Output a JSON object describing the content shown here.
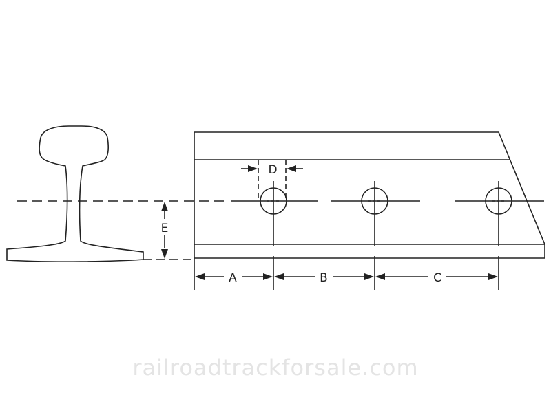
{
  "diagram": {
    "title": "Rail joint bar hole spacing diagram",
    "colors": {
      "line": "#222222",
      "watermark": "#e4e4e4",
      "background": "#ffffff"
    },
    "labels": {
      "A": "A",
      "B": "B",
      "C": "C",
      "D": "D",
      "E": "E"
    },
    "elements": {
      "rail_profile": "rail cross-section (head, web, base)",
      "joint_bar": "joint bar side view with three bolt holes",
      "holes": 3
    }
  },
  "watermark": "railroadtrackforsale.com"
}
